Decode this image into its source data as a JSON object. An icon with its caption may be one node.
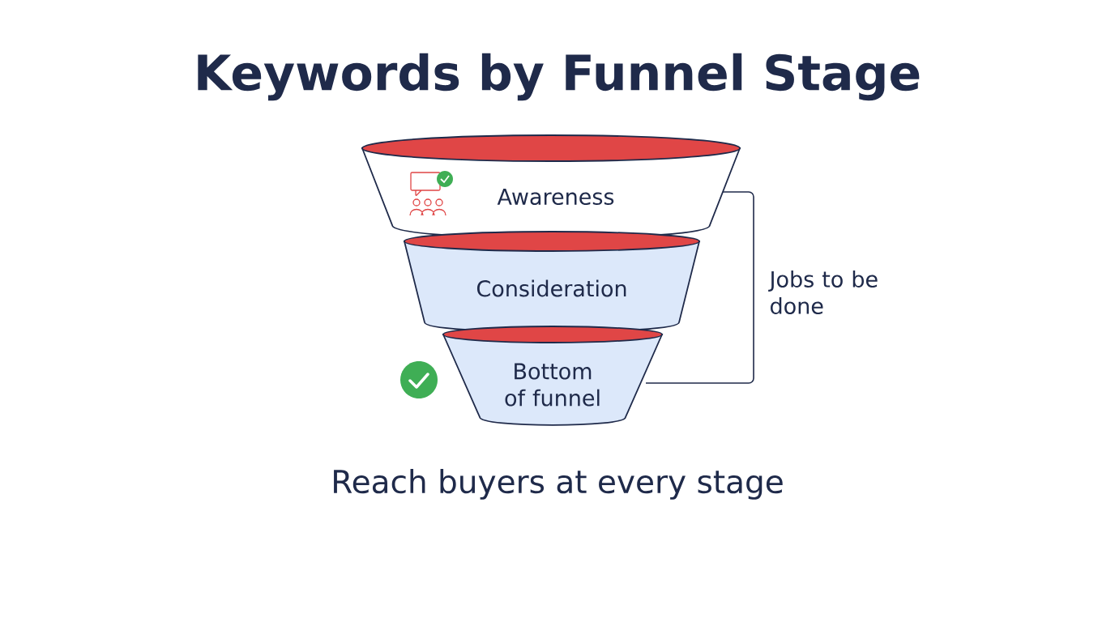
{
  "diagram": {
    "title": "Keywords by Funnel Stage",
    "caption": "Reach buyers at every stage",
    "nodes": [
      {
        "text": [
          "Awareness"
        ]
      },
      {
        "text": [
          "Consideration"
        ]
      },
      {
        "text": [
          "Bottom of funnel"
        ]
      }
    ],
    "labels": [
      "Jobs to be done"
    ]
  }
}
